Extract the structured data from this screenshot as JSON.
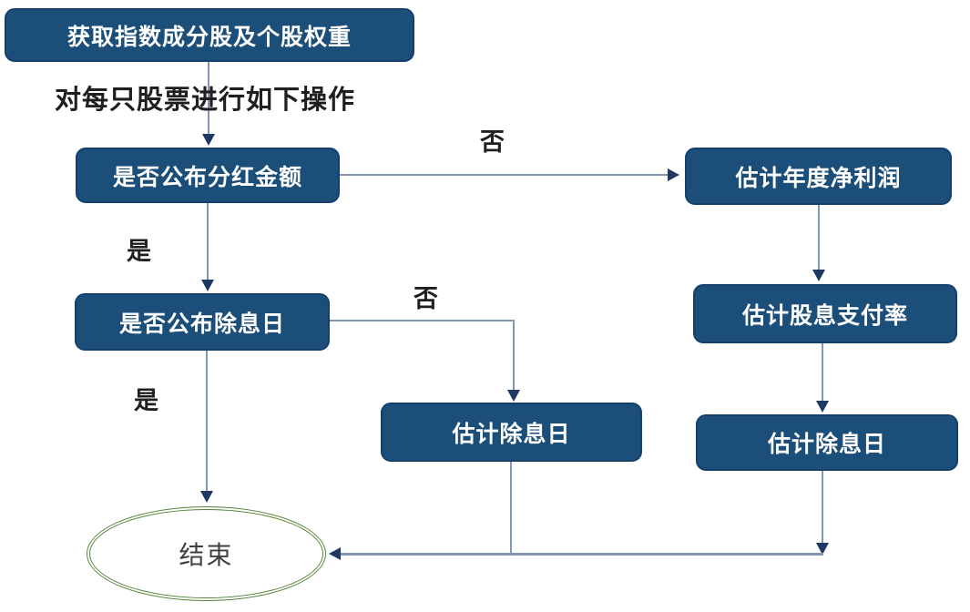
{
  "diagram": {
    "type": "flowchart",
    "nodes": {
      "get_constituents": {
        "label": "获取指数成分股及个股权重",
        "shape": "rounded-rect"
      },
      "dividend_announced": {
        "label": "是否公布分红金额",
        "shape": "rounded-rect"
      },
      "estimate_net_profit": {
        "label": "估计年度净利润",
        "shape": "rounded-rect"
      },
      "ex_date_announced": {
        "label": "是否公布除息日",
        "shape": "rounded-rect"
      },
      "estimate_payout_ratio": {
        "label": "估计股息支付率",
        "shape": "rounded-rect"
      },
      "estimate_ex_date_mid": {
        "label": "估计除息日",
        "shape": "rounded-rect"
      },
      "estimate_ex_date_right": {
        "label": "估计除息日",
        "shape": "rounded-rect"
      },
      "end": {
        "label": "结束",
        "shape": "ellipse"
      }
    },
    "notes": {
      "loop_note": "对每只股票进行如下操作"
    },
    "edge_labels": {
      "no_branch_1": "否",
      "yes_branch_1": "是",
      "no_branch_2": "否",
      "yes_branch_2": "是"
    },
    "colors": {
      "node_fill": "#1B4E79",
      "node_border": "#15406B",
      "node_text": "#FFFFFF",
      "connector": "#8595B8",
      "arrowhead": "#1F3864",
      "terminator_border": "#538135",
      "label_text": "#1F1F1F",
      "background": "#FFFFFF"
    }
  }
}
